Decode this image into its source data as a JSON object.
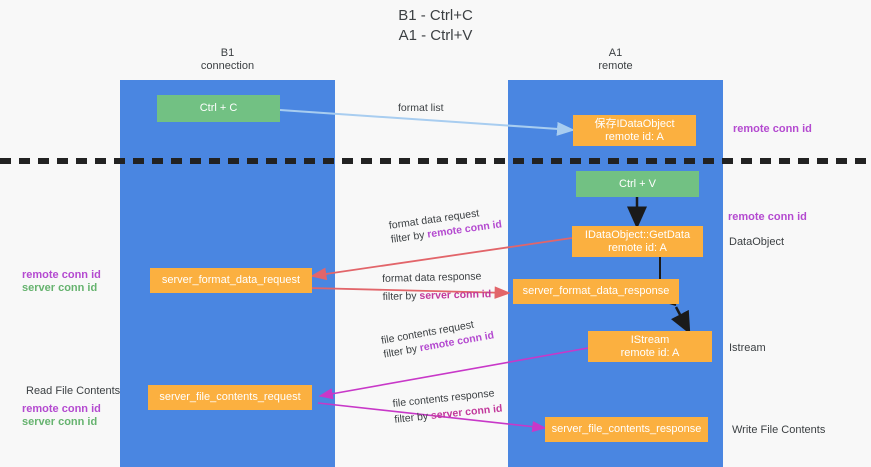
{
  "title": "B1 - Ctrl+C\nA1 - Ctrl+V",
  "lanes": [
    {
      "name": "b1",
      "header": "B1\nconnection"
    },
    {
      "name": "a1",
      "header": "A1\nremote"
    }
  ],
  "boxes": {
    "ctrl_c": "Ctrl + C",
    "save_idataobject": "保存IDataObject\nremote id: A",
    "ctrl_v": "Ctrl + V",
    "idataobject_getdata": "IDataObject::GetData\nremote id: A",
    "server_format_data_request": "server_format_data_request",
    "server_format_data_response": "server_format_data_response",
    "istream": "IStream\nremote id: A",
    "server_file_contents_request": "server_file_contents_request",
    "server_file_contents_response": "server_file_contents_response"
  },
  "annotations": {
    "right_remote_conn_id_top": "remote conn id",
    "right_remote_conn_id_mid": "remote conn id",
    "right_dataobject": "DataObject",
    "right_istream": "Istream",
    "right_write_file_contents": "Write File Contents",
    "left_remote_conn_id_mid": "remote conn id",
    "left_server_conn_id_mid": "server conn id",
    "left_read_file_contents": "Read File Contents",
    "left_remote_conn_id_bottom": "remote conn id",
    "left_server_conn_id_bottom": "server conn id"
  },
  "edge_labels": {
    "format_list": "format list",
    "format_data_request": "format data request",
    "format_data_request_filter_prefix": "filter by ",
    "format_data_request_filter_value": "remote conn id",
    "format_data_response": "format data response",
    "format_data_response_filter_prefix": "filter by ",
    "format_data_response_filter_value": "server conn id",
    "file_contents_request": "file contents request",
    "file_contents_request_filter_prefix": "filter by ",
    "file_contents_request_filter_value": "remote conn id",
    "file_contents_response": "file contents response",
    "file_contents_response_filter_prefix": "filter by ",
    "file_contents_response_filter_value": "server conn id"
  },
  "colors": {
    "lane": "#4a86e1",
    "green_box": "#72c183",
    "orange_box": "#fbb040",
    "purple_text": "#b44ad0",
    "green_text": "#66b36f",
    "magenta_text": "#c2399c",
    "light_blue_arrow": "#a8cdf0",
    "red_arrow": "#e2656a",
    "magenta_arrow": "#c838c8",
    "black_arrow": "#1a1a1a",
    "background": "#f8f8f8"
  }
}
